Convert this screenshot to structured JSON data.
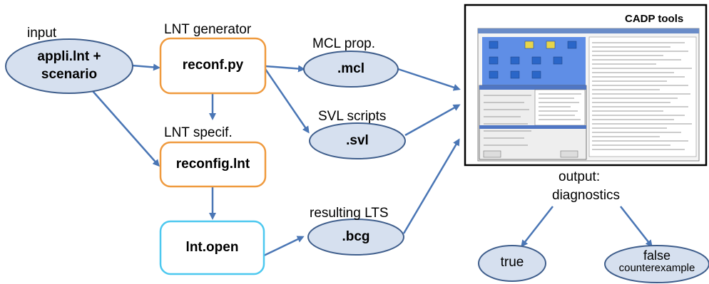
{
  "labels": {
    "input": "input",
    "lnt_generator": "LNT generator",
    "mcl_prop": "MCL prop.",
    "svl_scripts": "SVL scripts",
    "lnt_specif": "LNT specif.",
    "resulting_lts": "resulting LTS",
    "output": "output:",
    "diagnostics": "diagnostics"
  },
  "nodes": {
    "input_line1": "appli.lnt  +",
    "input_line2": "scenario",
    "reconf_py": "reconf.py",
    "reconfig_lnt": "reconfig.lnt",
    "lnt_open": "lnt.open",
    "mcl": ".mcl",
    "svl": ".svl",
    "bcg": ".bcg",
    "true": "true",
    "false": "false",
    "counterexample": "counterexample"
  },
  "cadp": {
    "title": "CADP tools"
  },
  "colors": {
    "ellipse_fill": "#d6e0ef",
    "ellipse_stroke": "#3f5e8c",
    "arrow": "#4a76b5",
    "orange": "#ef9a3e",
    "cyan": "#4cc8ef"
  }
}
